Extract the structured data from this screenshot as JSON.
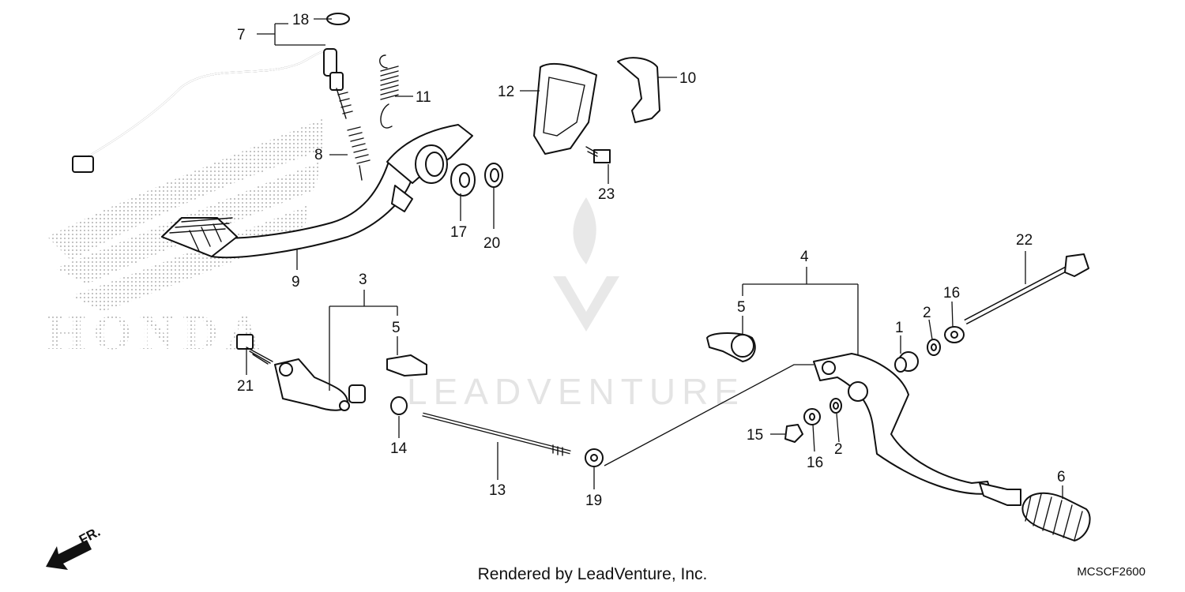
{
  "diagram": {
    "callouts": [
      {
        "id": "c1",
        "label": "1"
      },
      {
        "id": "c2a",
        "label": "2"
      },
      {
        "id": "c2b",
        "label": "2"
      },
      {
        "id": "c3",
        "label": "3"
      },
      {
        "id": "c4",
        "label": "4"
      },
      {
        "id": "c5a",
        "label": "5"
      },
      {
        "id": "c5b",
        "label": "5"
      },
      {
        "id": "c6",
        "label": "6"
      },
      {
        "id": "c7",
        "label": "7"
      },
      {
        "id": "c8",
        "label": "8"
      },
      {
        "id": "c9",
        "label": "9"
      },
      {
        "id": "c10",
        "label": "10"
      },
      {
        "id": "c11",
        "label": "11"
      },
      {
        "id": "c12",
        "label": "12"
      },
      {
        "id": "c13",
        "label": "13"
      },
      {
        "id": "c14",
        "label": "14"
      },
      {
        "id": "c15",
        "label": "15"
      },
      {
        "id": "c16a",
        "label": "16"
      },
      {
        "id": "c16b",
        "label": "16"
      },
      {
        "id": "c17",
        "label": "17"
      },
      {
        "id": "c18",
        "label": "18"
      },
      {
        "id": "c19",
        "label": "19"
      },
      {
        "id": "c20",
        "label": "20"
      },
      {
        "id": "c21",
        "label": "21"
      },
      {
        "id": "c22",
        "label": "22"
      },
      {
        "id": "c23",
        "label": "23"
      }
    ],
    "direction_label": "FR.",
    "brand_background": "HONDA",
    "watermark": "LEADVENTURE",
    "footer_credit": "Rendered by LeadVenture, Inc.",
    "diagram_code": "MCSCF2600"
  },
  "colors": {
    "ink": "#111111",
    "watermark": "#cfcfcf",
    "dot_pattern": "#9a9a9a"
  }
}
